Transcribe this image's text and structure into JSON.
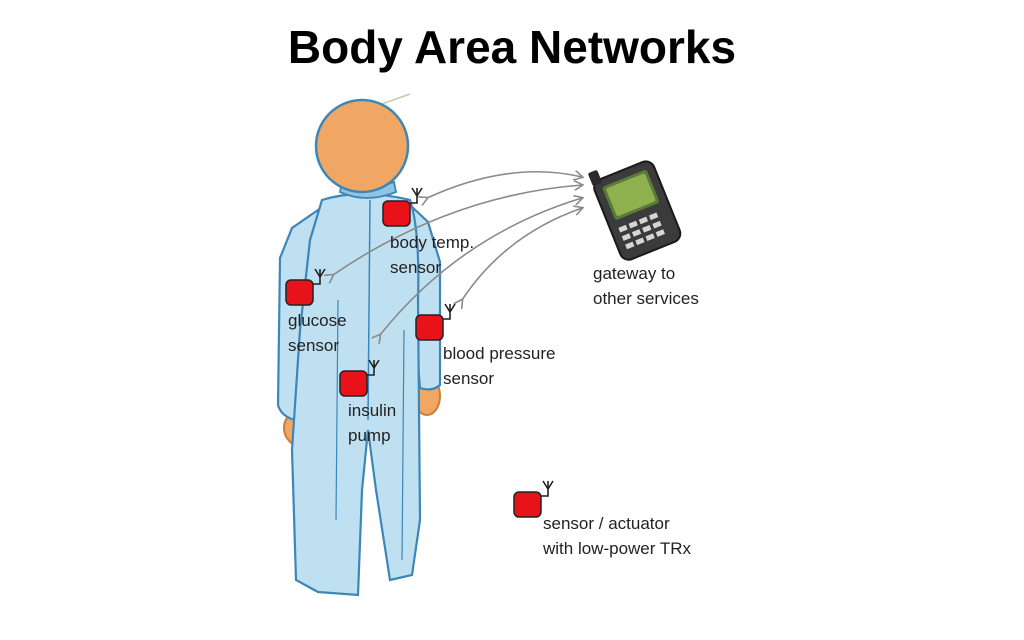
{
  "title": "Body Area Networks",
  "sensors": [
    {
      "id": "body-temp",
      "label_line1": "body temp.",
      "label_line2": "sensor"
    },
    {
      "id": "glucose",
      "label_line1": "glucose",
      "label_line2": "sensor"
    },
    {
      "id": "blood-pressure",
      "label_line1": "blood pressure",
      "label_line2": "sensor"
    },
    {
      "id": "insulin",
      "label_line1": "insulin",
      "label_line2": "pump"
    }
  ],
  "gateway": {
    "label_line1": "gateway to",
    "label_line2": "other services"
  },
  "legend": {
    "label_line1": "sensor / actuator",
    "label_line2": "with low-power TRx"
  },
  "colors": {
    "body_fill": "#bfe0f0",
    "body_stroke": "#3d86b8",
    "skin": "#f0a763",
    "sensor_red": "#e8121a",
    "arrow_gray": "#8a8a8a"
  }
}
